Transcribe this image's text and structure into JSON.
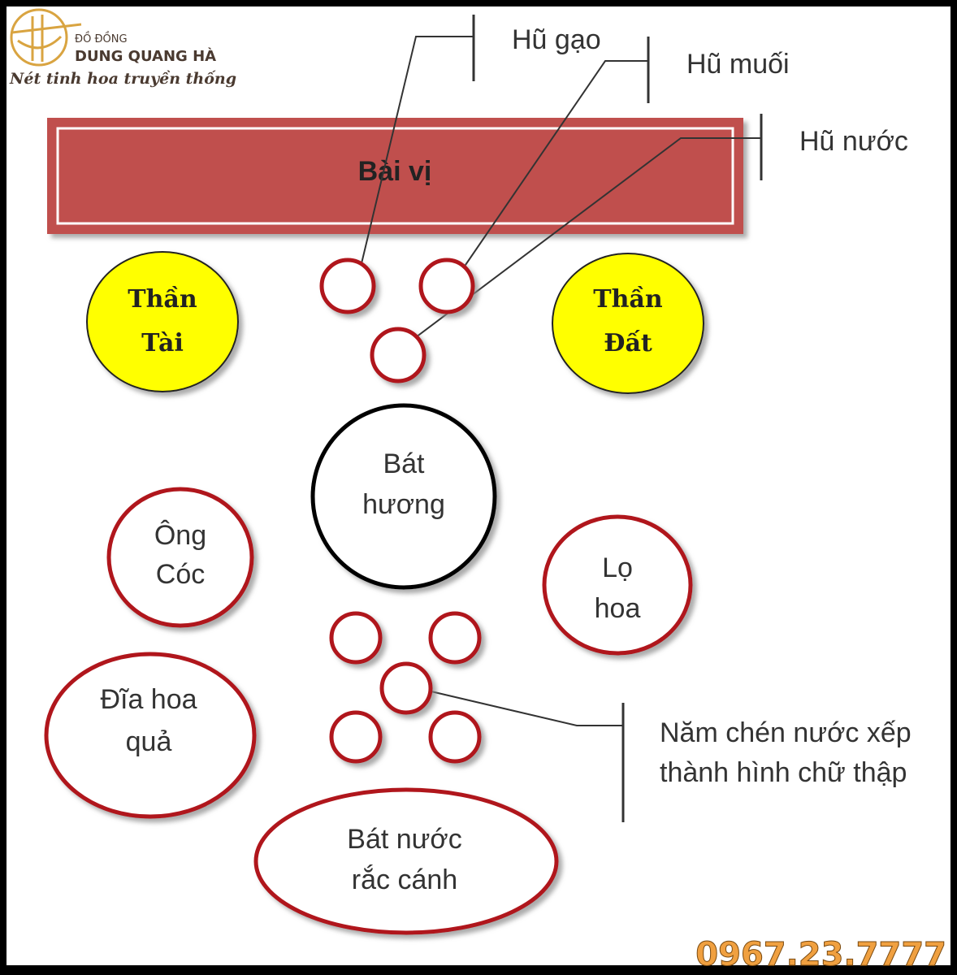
{
  "logo": {
    "line1": "ĐỒ ĐỒNG",
    "line2": "DUNG QUANG HÀ",
    "slogan": "Nét tinh hoa truyền thống"
  },
  "labels": {
    "bai_vi": "Bài vị",
    "hu_gao": "Hũ gạo",
    "hu_muoi": "Hũ muối",
    "hu_nuoc": "Hũ nước",
    "than_tai": [
      "Thần",
      "Tài"
    ],
    "than_dat": [
      "Thần",
      "Đất"
    ],
    "bat_huong": [
      "Bát",
      "hương"
    ],
    "ong_coc": [
      "Ông",
      "Cóc"
    ],
    "lo_hoa": [
      "Lọ",
      "hoa"
    ],
    "dia_hoa_qua": [
      "Đĩa hoa",
      "quả"
    ],
    "nam_chen": [
      "Năm chén nước xếp",
      "thành hình chữ thập"
    ],
    "bat_nuoc": [
      "Bát nước",
      "rắc cánh"
    ]
  },
  "phone": "0967.23.7777",
  "colors": {
    "bai_vi": "#c0504d",
    "ring": "#b0141a",
    "yellow": "#ffff00",
    "logo_gold": "#d9a441",
    "phone": "#f0a040"
  }
}
